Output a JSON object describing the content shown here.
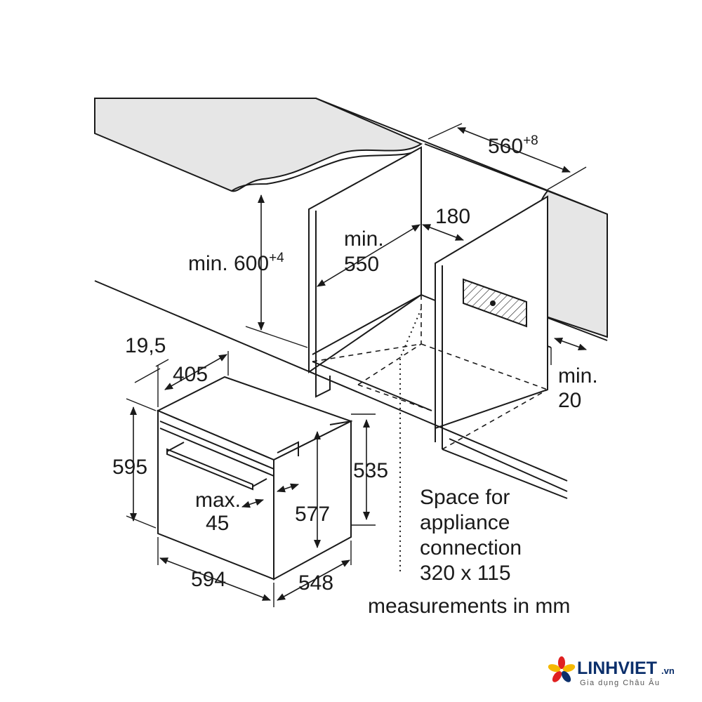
{
  "dimensions": {
    "width_opening": "560",
    "width_opening_tol": "+8",
    "height_min_prefix": "min. ",
    "height_min_value": "600",
    "height_min_tol": "+4",
    "depth_min_line1": "min.",
    "depth_min_line2": "550",
    "gap_180": "180",
    "back_gap_line1": "min.",
    "back_gap_line2": "20",
    "panel_19_5": "19,5",
    "panel_405": "405",
    "oven_height": "595",
    "oven_body_height": "535",
    "oven_inner_height": "577",
    "door_max_line1": "max.",
    "door_max_line2": "45",
    "oven_width": "594",
    "oven_depth": "548"
  },
  "notes": {
    "connection_line1": "Space for",
    "connection_line2": "appliance",
    "connection_line3": "connection",
    "connection_line4": "320 x 115",
    "units": "measurements in mm"
  },
  "logo": {
    "name": "LINHVIET",
    "suffix": ".vn",
    "tagline": "Gia dụng Châu Âu",
    "colors": [
      "#e02020",
      "#f5b800",
      "#0b2f6b",
      "#e02020",
      "#f5b800"
    ]
  }
}
